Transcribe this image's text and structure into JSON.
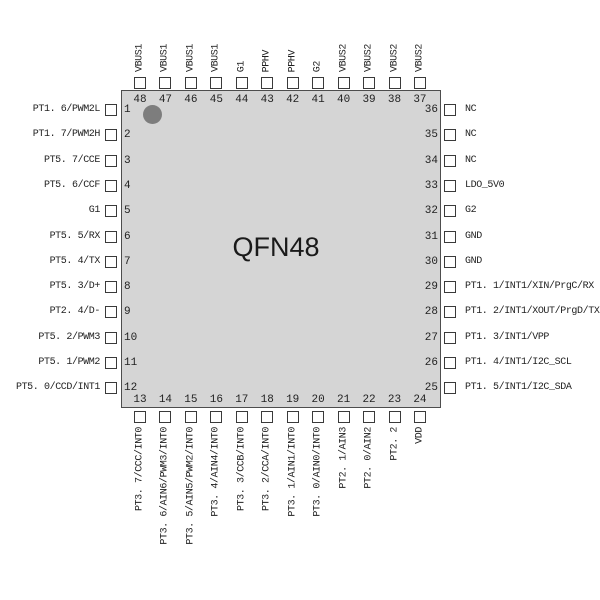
{
  "diagram": {
    "chip_name": "QFN48",
    "package_type": "QFN48",
    "colors": {
      "chip_fill": "#d5d5d5",
      "chip_border": "#4d4d4d",
      "pad_fill": "#ffffff",
      "pad_border": "#3a3a3a",
      "pin1_marker": "#7d7d7d",
      "text": "#1f1f1f"
    },
    "pins": {
      "top": [
        {
          "num": "48",
          "label": "VBUS1"
        },
        {
          "num": "47",
          "label": "VBUS1"
        },
        {
          "num": "46",
          "label": "VBUS1"
        },
        {
          "num": "45",
          "label": "VBUS1"
        },
        {
          "num": "44",
          "label": "G1"
        },
        {
          "num": "43",
          "label": "PPHV"
        },
        {
          "num": "42",
          "label": "PPHV"
        },
        {
          "num": "41",
          "label": "G2"
        },
        {
          "num": "40",
          "label": "VBUS2"
        },
        {
          "num": "39",
          "label": "VBUS2"
        },
        {
          "num": "38",
          "label": "VBUS2"
        },
        {
          "num": "37",
          "label": "VBUS2"
        }
      ],
      "left": [
        {
          "num": "1",
          "label": "PT1. 6/PWM2L"
        },
        {
          "num": "2",
          "label": "PT1. 7/PWM2H"
        },
        {
          "num": "3",
          "label": "PT5. 7/CCE"
        },
        {
          "num": "4",
          "label": "PT5. 6/CCF"
        },
        {
          "num": "5",
          "label": "G1"
        },
        {
          "num": "6",
          "label": "PT5. 5/RX"
        },
        {
          "num": "7",
          "label": "PT5. 4/TX"
        },
        {
          "num": "8",
          "label": "PT5. 3/D+"
        },
        {
          "num": "9",
          "label": "PT2. 4/D-"
        },
        {
          "num": "10",
          "label": "PT5. 2/PWM3"
        },
        {
          "num": "11",
          "label": "PT5. 1/PWM2"
        },
        {
          "num": "12",
          "label": "PT5. 0/CCD/INT1"
        }
      ],
      "right": [
        {
          "num": "36",
          "label": "NC"
        },
        {
          "num": "35",
          "label": "NC"
        },
        {
          "num": "34",
          "label": "NC"
        },
        {
          "num": "33",
          "label": "LDO_5V0"
        },
        {
          "num": "32",
          "label": "G2"
        },
        {
          "num": "31",
          "label": "GND"
        },
        {
          "num": "30",
          "label": "GND"
        },
        {
          "num": "29",
          "label": "PT1. 1/INT1/XIN/PrgC/RX"
        },
        {
          "num": "28",
          "label": "PT1. 2/INT1/XOUT/PrgD/TX"
        },
        {
          "num": "27",
          "label": "PT1. 3/INT1/VPP"
        },
        {
          "num": "26",
          "label": "PT1. 4/INT1/I2C_SCL"
        },
        {
          "num": "25",
          "label": "PT1. 5/INT1/I2C_SDA"
        }
      ],
      "bottom": [
        {
          "num": "13",
          "label": "PT3. 7/CCC/INT0"
        },
        {
          "num": "14",
          "label": "PT3. 6/AIN6/PWM3/INT0"
        },
        {
          "num": "15",
          "label": "PT3. 5/AIN5/PWM2/INT0"
        },
        {
          "num": "16",
          "label": "PT3. 4/AIN4/INT0"
        },
        {
          "num": "17",
          "label": "PT3. 3/CCB/INT0"
        },
        {
          "num": "18",
          "label": "PT3. 2/CCA/INT0"
        },
        {
          "num": "19",
          "label": "PT3. 1/AIN1/INT0"
        },
        {
          "num": "20",
          "label": "PT3. 0/AIN0/INT0"
        },
        {
          "num": "21",
          "label": "PT2. 1/AIN3"
        },
        {
          "num": "22",
          "label": "PT2. 0/AIN2"
        },
        {
          "num": "23",
          "label": "PT2. 2"
        },
        {
          "num": "24",
          "label": "VDD"
        }
      ]
    }
  }
}
